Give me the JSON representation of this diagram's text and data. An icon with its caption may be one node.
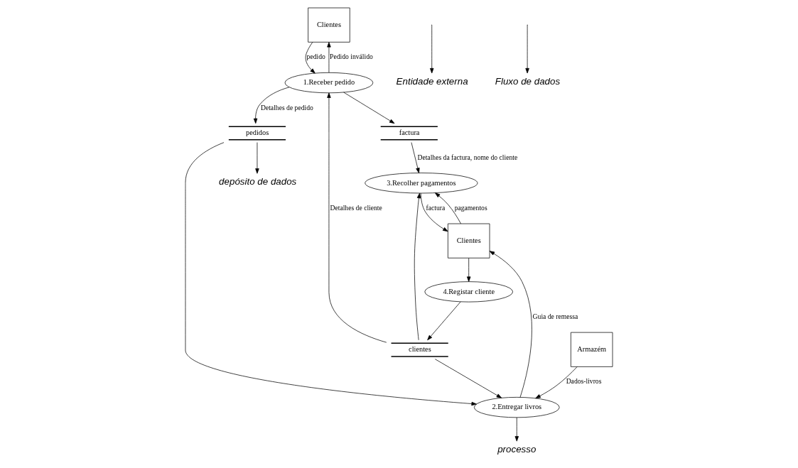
{
  "diagram": {
    "nodes": [
      {
        "text": [
          "Clientes"
        ]
      },
      {
        "text": [
          "1.Receber pedido"
        ]
      },
      {
        "text": [
          "pedidos"
        ]
      },
      {
        "text": [
          "2.Entregar livros"
        ]
      },
      {
        "text": [
          "Armazém"
        ]
      },
      {
        "text": [
          "factura"
        ]
      },
      {
        "text": [
          "clientes"
        ]
      },
      {
        "text": [
          "4.Registar cliente"
        ]
      },
      {
        "text": [
          "3.Recolher pagamentos"
        ]
      },
      {
        "text": [
          "Clientes"
        ]
      },
      {
        "text": [
          "Entidade externa"
        ]
      },
      {
        "text": [
          "depósito de dados"
        ]
      },
      {
        "text": [
          "processo"
        ]
      },
      {
        "text": [
          "Fluxo de dados"
        ]
      }
    ],
    "edges": [
      {
        "from": 0,
        "to": 1,
        "arrow": "to",
        "label": "pedido"
      },
      {
        "from": 1,
        "to": 0,
        "arrow": "to",
        "label": "Pedido inválido"
      },
      {
        "from": 1,
        "to": 2,
        "arrow": "to",
        "label": "Detalhes de pedido"
      },
      {
        "from": 2,
        "to": 3,
        "arrow": "to"
      },
      {
        "from": 4,
        "to": 3,
        "arrow": "to",
        "label": "Dados-livros"
      },
      {
        "from": 1,
        "to": 5,
        "arrow": "to"
      },
      {
        "from": 5,
        "to": 8,
        "arrow": "to",
        "label": "Detalhes da factura, nome do cliente"
      },
      {
        "from": 6,
        "to": 1,
        "arrow": "to",
        "label": "Detalhes de cliente"
      },
      {
        "from": 6,
        "to": 3,
        "arrow": "to"
      },
      {
        "from": 6,
        "to": 8,
        "arrow": "to"
      },
      {
        "from": 7,
        "to": 6,
        "arrow": "to"
      },
      {
        "from": 9,
        "to": 7,
        "arrow": "to"
      },
      {
        "from": 3,
        "to": 9,
        "arrow": "to",
        "label": "Guia de remessa"
      },
      {
        "from": 8,
        "to": 9,
        "arrow": "to",
        "label": "factura"
      },
      {
        "from": 9,
        "to": 8,
        "arrow": "to",
        "label": "pagamentos"
      },
      {
        "from": null,
        "to": 10,
        "arrow": "to"
      },
      {
        "from": 2,
        "to": 11,
        "arrow": "to"
      },
      {
        "from": 3,
        "to": 12,
        "arrow": "to"
      },
      {
        "from": null,
        "to": 13,
        "arrow": "to"
      }
    ]
  }
}
